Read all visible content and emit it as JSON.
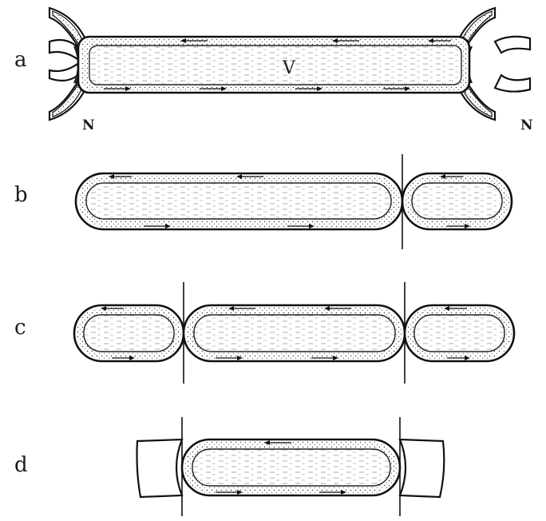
{
  "rows": [
    {
      "id": "a",
      "label": "a"
    },
    {
      "id": "b",
      "label": "b"
    },
    {
      "id": "c",
      "label": "c"
    },
    {
      "id": "d",
      "label": "d"
    }
  ],
  "vacuole_label": "V",
  "node_left_label": "N",
  "node_right_label": "N",
  "colors": {
    "ink": "#111111",
    "background": "#ffffff"
  }
}
